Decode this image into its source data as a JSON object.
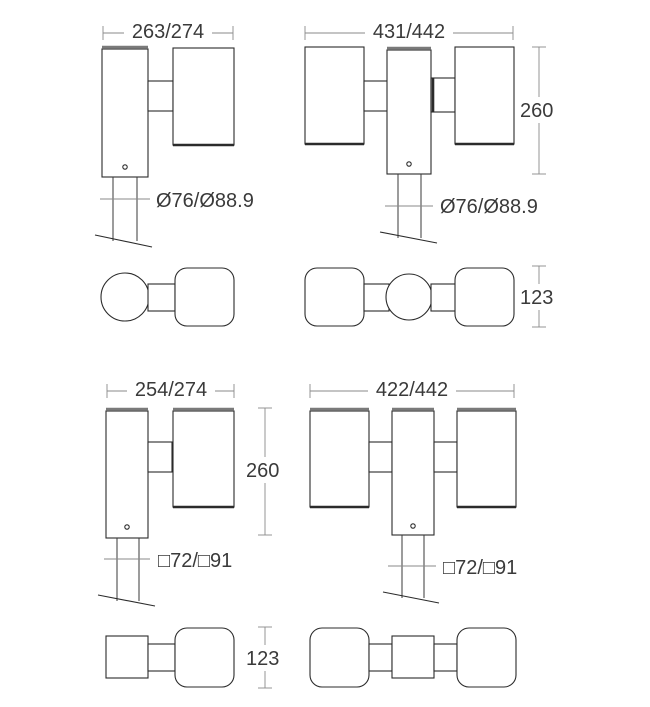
{
  "drawings": {
    "single_round": {
      "width_label": "263/274",
      "diameter_label": "Ø76/Ø88.9"
    },
    "double_round": {
      "width_label": "431/442",
      "height_label": "260",
      "diameter_label": "Ø76/Ø88.9",
      "depth_label": "123"
    },
    "single_square": {
      "width_label": "254/274",
      "height_label": "260",
      "section_label": "□72/□91",
      "depth_label": "123"
    },
    "double_square": {
      "width_label": "422/442",
      "section_label": "□72/□91"
    }
  },
  "colors": {
    "line": "#2b2b2b",
    "dimension": "#8a8a8a",
    "text": "#3a3a3a"
  }
}
